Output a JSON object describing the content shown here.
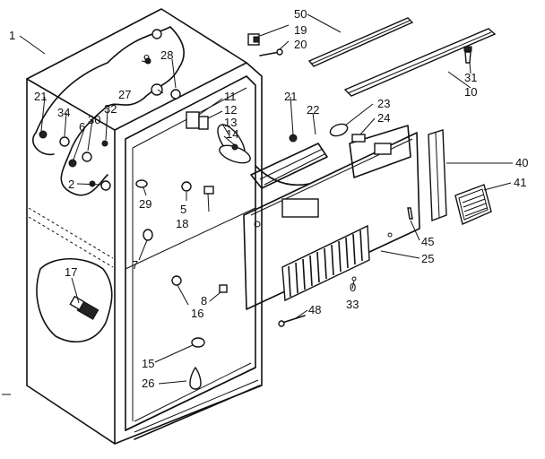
{
  "callouts": [
    {
      "id": "c1",
      "text": "1"
    },
    {
      "id": "c50",
      "text": "50"
    },
    {
      "id": "c19",
      "text": "19"
    },
    {
      "id": "c20",
      "text": "20"
    },
    {
      "id": "c9",
      "text": "9"
    },
    {
      "id": "c28",
      "text": "28"
    },
    {
      "id": "c27",
      "text": "27"
    },
    {
      "id": "c31",
      "text": "31"
    },
    {
      "id": "c10",
      "text": "10"
    },
    {
      "id": "c21a",
      "text": "21"
    },
    {
      "id": "c34",
      "text": "34"
    },
    {
      "id": "c6",
      "text": "6"
    },
    {
      "id": "c30",
      "text": "30"
    },
    {
      "id": "c32",
      "text": "32"
    },
    {
      "id": "c11",
      "text": "11"
    },
    {
      "id": "c12",
      "text": "12"
    },
    {
      "id": "c13",
      "text": "13"
    },
    {
      "id": "c14",
      "text": "14"
    },
    {
      "id": "c21b",
      "text": "21"
    },
    {
      "id": "c22",
      "text": "22"
    },
    {
      "id": "c23",
      "text": "23"
    },
    {
      "id": "c24",
      "text": "24"
    },
    {
      "id": "c40",
      "text": "40"
    },
    {
      "id": "c41",
      "text": "41"
    },
    {
      "id": "c2",
      "text": "2"
    },
    {
      "id": "c29",
      "text": "29"
    },
    {
      "id": "c5",
      "text": "5"
    },
    {
      "id": "c18",
      "text": "18"
    },
    {
      "id": "c7",
      "text": "7"
    },
    {
      "id": "c45",
      "text": "45"
    },
    {
      "id": "c25",
      "text": "25"
    },
    {
      "id": "c17",
      "text": "17"
    },
    {
      "id": "c8",
      "text": "8"
    },
    {
      "id": "c16",
      "text": "16"
    },
    {
      "id": "c0",
      "text": "0"
    },
    {
      "id": "c33",
      "text": "33"
    },
    {
      "id": "c48",
      "text": "48"
    },
    {
      "id": "c15",
      "text": "15"
    },
    {
      "id": "c26",
      "text": "26"
    }
  ]
}
